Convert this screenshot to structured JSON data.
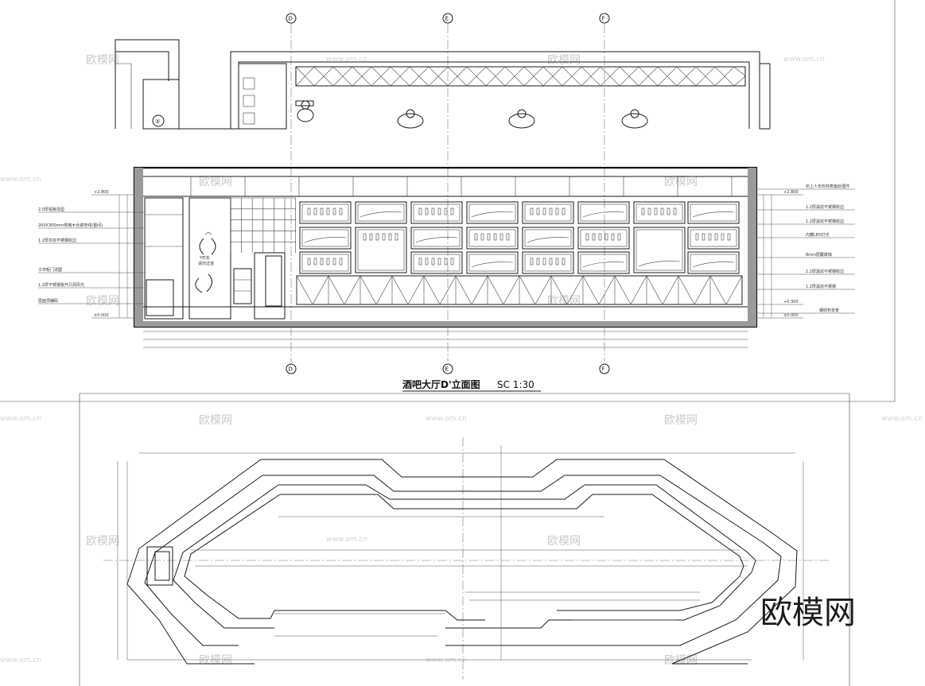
{
  "drawing": {
    "elevation_title": "酒吧大厅D'立面图",
    "elevation_scale": "SC 1:30",
    "grid_bubbles": [
      "D",
      "E",
      "F"
    ],
    "section_marker": "②",
    "levels": {
      "left_top": "+2.800",
      "left_bottom": "±0.000",
      "right_top": "+2.800",
      "right_mid": "+0.300",
      "right_bottom": "±0.000"
    },
    "left_notes": [
      "2.0厚铝板造型",
      "200X300mm规格木丝瓷管线(整间)",
      "1.2厚灰纹不锈钢收边",
      "工作柜门详图",
      "1.2厚不锈钢板开凸洞风光",
      "层面顶编码"
    ],
    "right_notes": [
      "石上人份石材表面处理件",
      "1.2厚黑纹不锈钢收边",
      "1.2厚黑纹不锈钢收边",
      "内藏LED灯光",
      "8mm层覆玻璃",
      "1.2厚黑纹不锈钢收边",
      "1.2厚黑纹不锈钢",
      "钢结构背景"
    ],
    "arrow_label_top": "Y形车",
    "arrow_label_bottom": "请勿过道"
  },
  "watermarks": {
    "brand_large": "欧模网",
    "brand_small": "欧模网",
    "url": "www.om.cn"
  }
}
